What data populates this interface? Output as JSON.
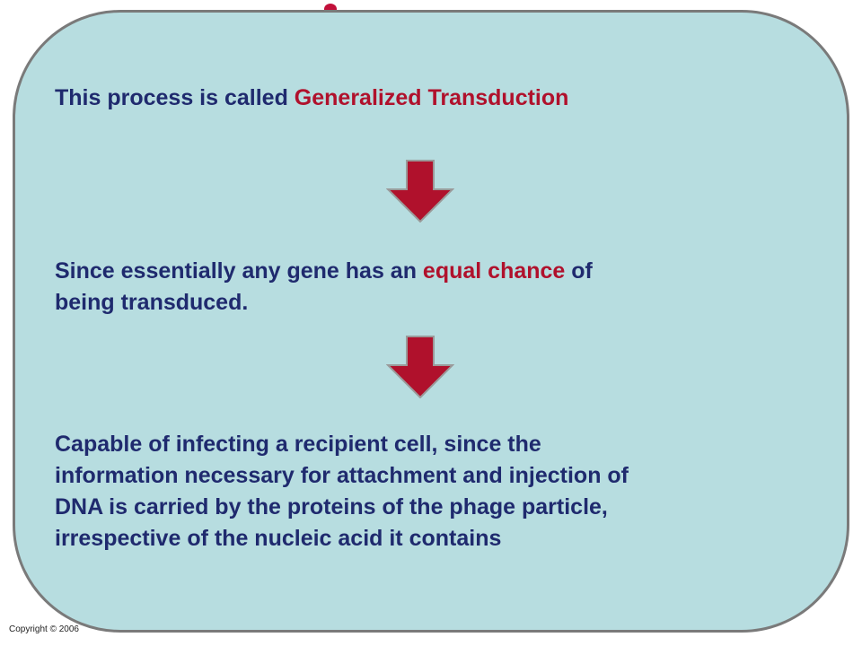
{
  "colors": {
    "panel_background": "#b7dde0",
    "panel_border": "#7a7a7a",
    "body_text": "#1f2a6e",
    "accent_text": "#b0112c",
    "arrow_fill": "#b0112c",
    "arrow_stroke": "#9a9a9a"
  },
  "paragraphs": {
    "p1": {
      "prefix": "This process is called ",
      "highlight": "Generalized Transduction"
    },
    "p2": {
      "line1_prefix": "Since essentially any gene has an ",
      "line1_highlight": "equal chance",
      "line1_suffix": " of",
      "line2": "being transduced."
    },
    "p3": {
      "line1": "Capable of infecting a recipient cell, since the",
      "line2": "information necessary for attachment and injection of",
      "line3": "DNA is carried by the proteins of the phage particle,",
      "line4": "irrespective of the nucleic acid it contains"
    }
  },
  "icons": {
    "arrow1": "down-arrow-icon",
    "arrow2": "down-arrow-icon"
  },
  "footer": {
    "copyright": "Copyright © 2006"
  }
}
